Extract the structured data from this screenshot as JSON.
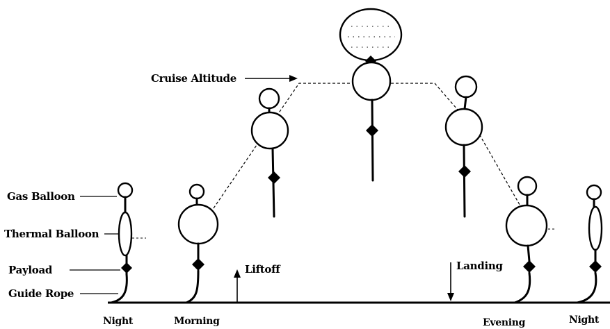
{
  "labels": {
    "gas_balloon": "Gas Balloon",
    "thermal_balloon": "Thermal Balloon",
    "payload": "Payload",
    "guide_rope": "Guide Rope",
    "cruise_altitude": "Cruise Altitude",
    "liftoff": "Liftoff",
    "landing": "Landing"
  },
  "times": {
    "night_start": "Night",
    "morning": "Morning",
    "evening": "Evening",
    "night_end": "Night"
  }
}
